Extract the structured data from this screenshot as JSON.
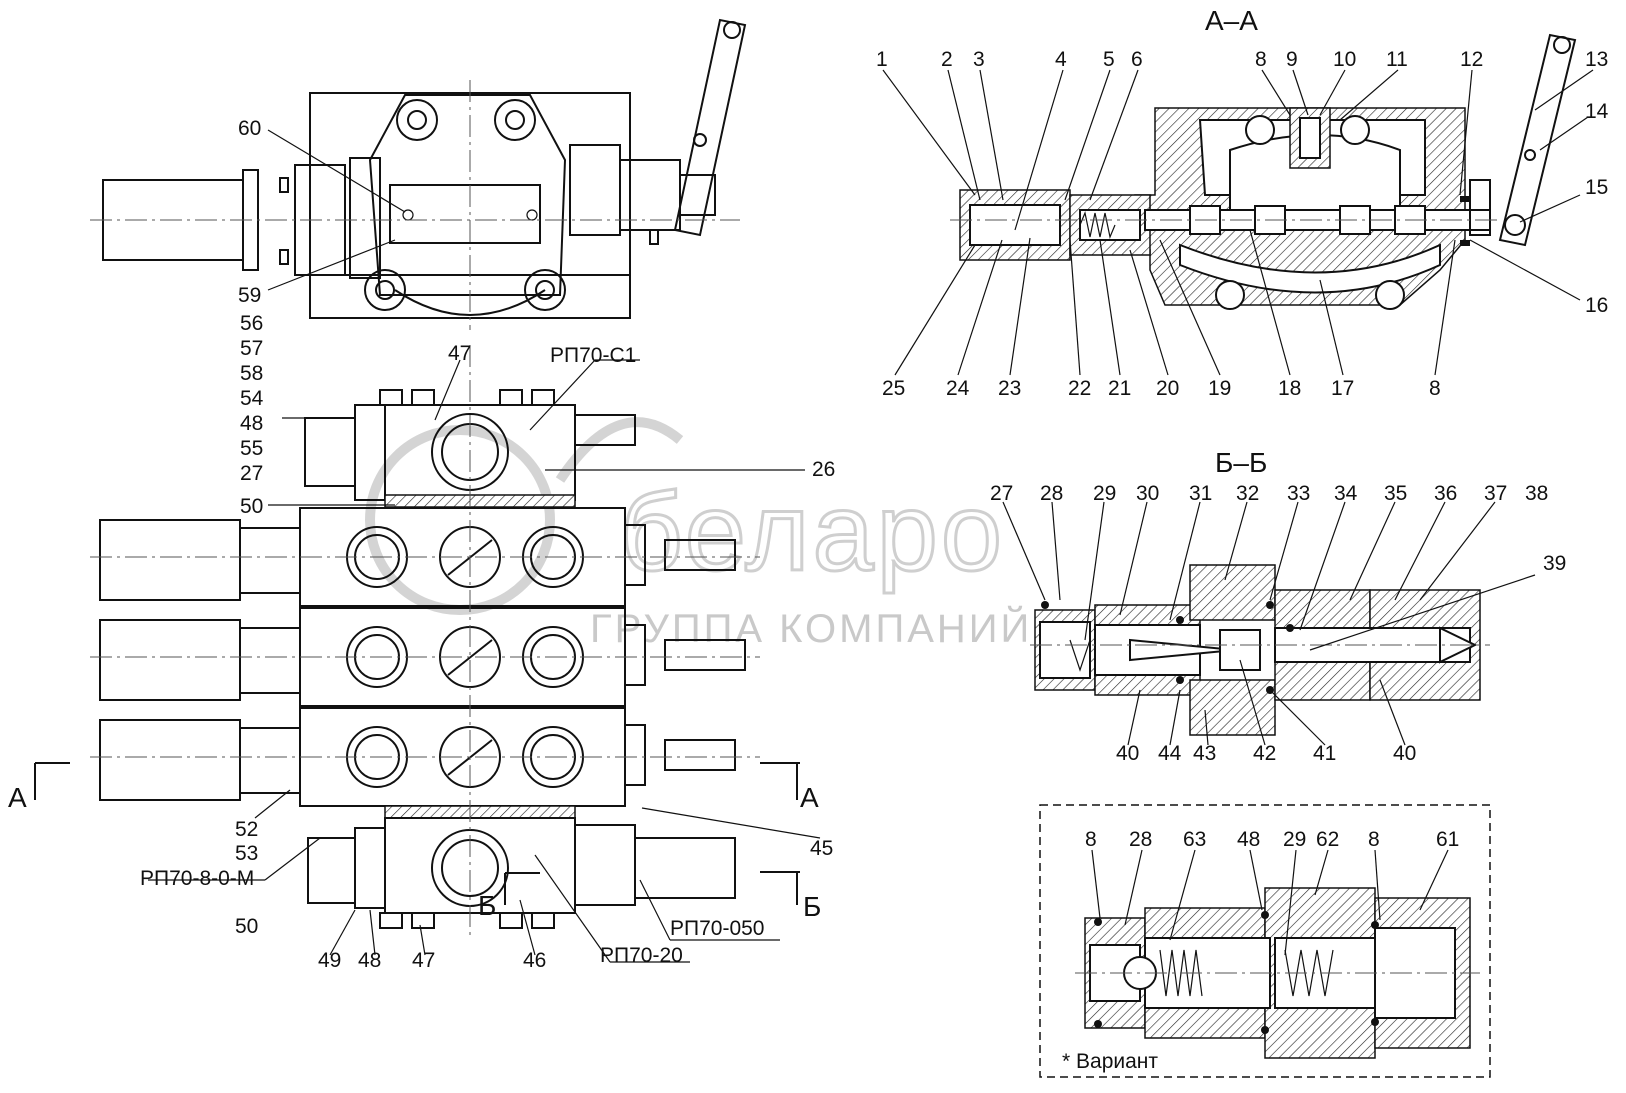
{
  "sections": {
    "aa": "А–А",
    "bb": "Б–Б"
  },
  "watermark": {
    "brand": "белаpo",
    "caption": "ГРУППА КОМПАНИЙ"
  },
  "section_marks": {
    "a": "А",
    "b": "Б"
  },
  "part_codes": {
    "c1": "РП70-С1",
    "m": "РП70-8-0-М",
    "p20": "РП70-20",
    "p050": "РП70-050"
  },
  "variant_note": "* Вариант",
  "left_labels": {
    "l60": "60",
    "l59": "59",
    "l56": "56",
    "l57": "57",
    "l58": "58",
    "l54": "54",
    "l48a": "48",
    "l55": "55",
    "l27": "27",
    "l47a": "47",
    "l26": "26",
    "l50a": "50",
    "l52": "52",
    "l53": "53",
    "l45": "45",
    "l50b": "50",
    "l49": "49",
    "l48b": "48",
    "l47b": "47",
    "l46": "46"
  },
  "aa_labels": {
    "t1": "1",
    "t2": "2",
    "t3": "3",
    "t4": "4",
    "t5": "5",
    "t6": "6",
    "t8": "8",
    "t9": "9",
    "t10": "10",
    "t11": "11",
    "t12": "12",
    "t13": "13",
    "t14": "14",
    "t15": "15",
    "t16": "16",
    "b25": "25",
    "b24": "24",
    "b23": "23",
    "b22": "22",
    "b21": "21",
    "b20": "20",
    "b19": "19",
    "b18": "18",
    "b17": "17",
    "b8": "8"
  },
  "bb_labels": {
    "t27": "27",
    "t28": "28",
    "t29": "29",
    "t30": "30",
    "t31": "31",
    "t32": "32",
    "t33": "33",
    "t34": "34",
    "t35": "35",
    "t36": "36",
    "t37": "37",
    "t38": "38",
    "r39": "39",
    "b40a": "40",
    "b44": "44",
    "b43": "43",
    "b42": "42",
    "b41": "41",
    "b40b": "40"
  },
  "variant_labels": {
    "v8a": "8",
    "v28": "28",
    "v63": "63",
    "v48": "48",
    "v29": "29",
    "v62": "62",
    "v8b": "8",
    "v61": "61"
  }
}
